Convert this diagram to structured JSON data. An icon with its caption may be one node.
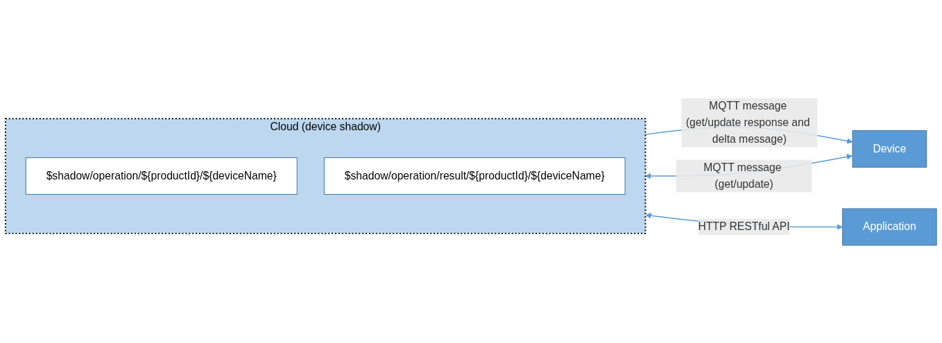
{
  "diagram": {
    "nodes": [
      {
        "text": [
          "Device"
        ]
      },
      {
        "text": [
          "Cloud (device shadow)"
        ]
      },
      {
        "text": [
          "$shadow/operation/${productId}/${deviceName}"
        ],
        "in": 1
      },
      {
        "text": [
          "$shadow/operation/result/${productId}/${deviceName}"
        ],
        "in": 1
      },
      {
        "text": [
          "Application"
        ]
      }
    ],
    "edges": [
      {
        "from": 0,
        "to": 1,
        "arrow": "both",
        "label": "MQTT message (get/update)"
      },
      {
        "from": 1,
        "to": 0,
        "arrow": "to",
        "label": "MQTT message (get/update response and delta message)"
      },
      {
        "from": 1,
        "to": 4,
        "arrow": "both",
        "label": "HTTP RESTful API"
      }
    ]
  }
}
